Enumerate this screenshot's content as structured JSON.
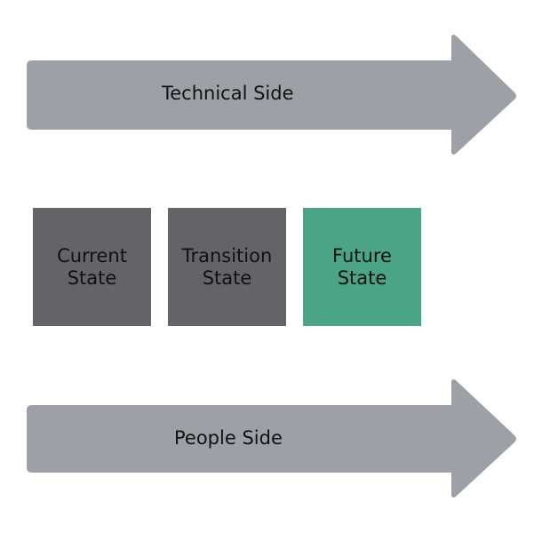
{
  "colors": {
    "arrow_fill": "#9da1a7",
    "box_neutral": "#636467",
    "box_accent": "#4ba584",
    "text": "#111111"
  },
  "arrows": {
    "technical": {
      "label": "Technical Side"
    },
    "people": {
      "label": "People Side"
    }
  },
  "states": [
    {
      "line1": "Current",
      "line2": "State"
    },
    {
      "line1": "Transition",
      "line2": "State"
    },
    {
      "line1": "Future",
      "line2": "State"
    }
  ]
}
